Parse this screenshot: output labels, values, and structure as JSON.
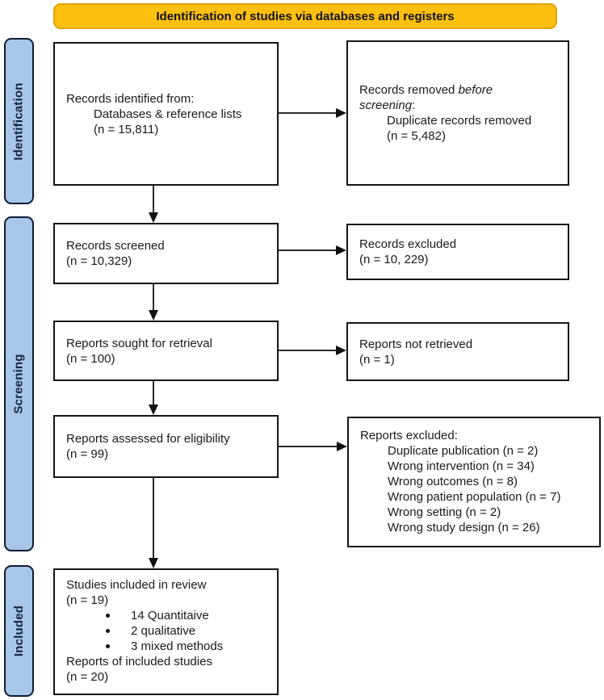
{
  "banner": {
    "title": "Identification of studies via databases and registers"
  },
  "colors": {
    "banner_bg": "#FDC010",
    "banner_border": "#E0A406",
    "stage_bg": "#A7C6E8",
    "stage_text": "#15243c",
    "box_border": "#151515"
  },
  "stages": {
    "identification": "Identification",
    "screening": "Screening",
    "included": "Included"
  },
  "boxes": {
    "records_identified": {
      "line1": "Records identified from:",
      "line2": "Databases & reference lists",
      "count": "(n = 15,811)"
    },
    "records_removed": {
      "prefix": "Records removed ",
      "italic_word1": "before",
      "italic_word2": "screening",
      "suffix": ":",
      "detail": "Duplicate records removed",
      "count": "(n = 5,482)"
    },
    "records_screened": {
      "line1": "Records screened",
      "count": "(n = 10,329)"
    },
    "records_excluded": {
      "line1": "Records excluded",
      "count": "(n = 10, 229)"
    },
    "reports_sought": {
      "line1": "Reports sought for retrieval",
      "count": "(n = 100)"
    },
    "reports_not_retrieved": {
      "line1": "Reports not retrieved",
      "count": "(n = 1)"
    },
    "reports_assessed": {
      "line1": "Reports assessed for eligibility",
      "count": "(n = 99)"
    },
    "reports_excluded_reasons": {
      "title": "Reports excluded:",
      "items": [
        "Duplicate publication (n = 2)",
        "Wrong intervention (n = 34)",
        "Wrong outcomes (n = 8)",
        "Wrong patient population (n = 7)",
        "Wrong setting (n = 2)",
        "Wrong study design (n = 26)"
      ]
    },
    "studies_included": {
      "line1": "Studies included in review",
      "count1": "(n = 19)",
      "bullets": [
        "14 Quantitaive",
        "2 qualitative",
        "3 mixed methods"
      ],
      "line2": "Reports of included studies",
      "count2": "(n = 20)"
    }
  }
}
